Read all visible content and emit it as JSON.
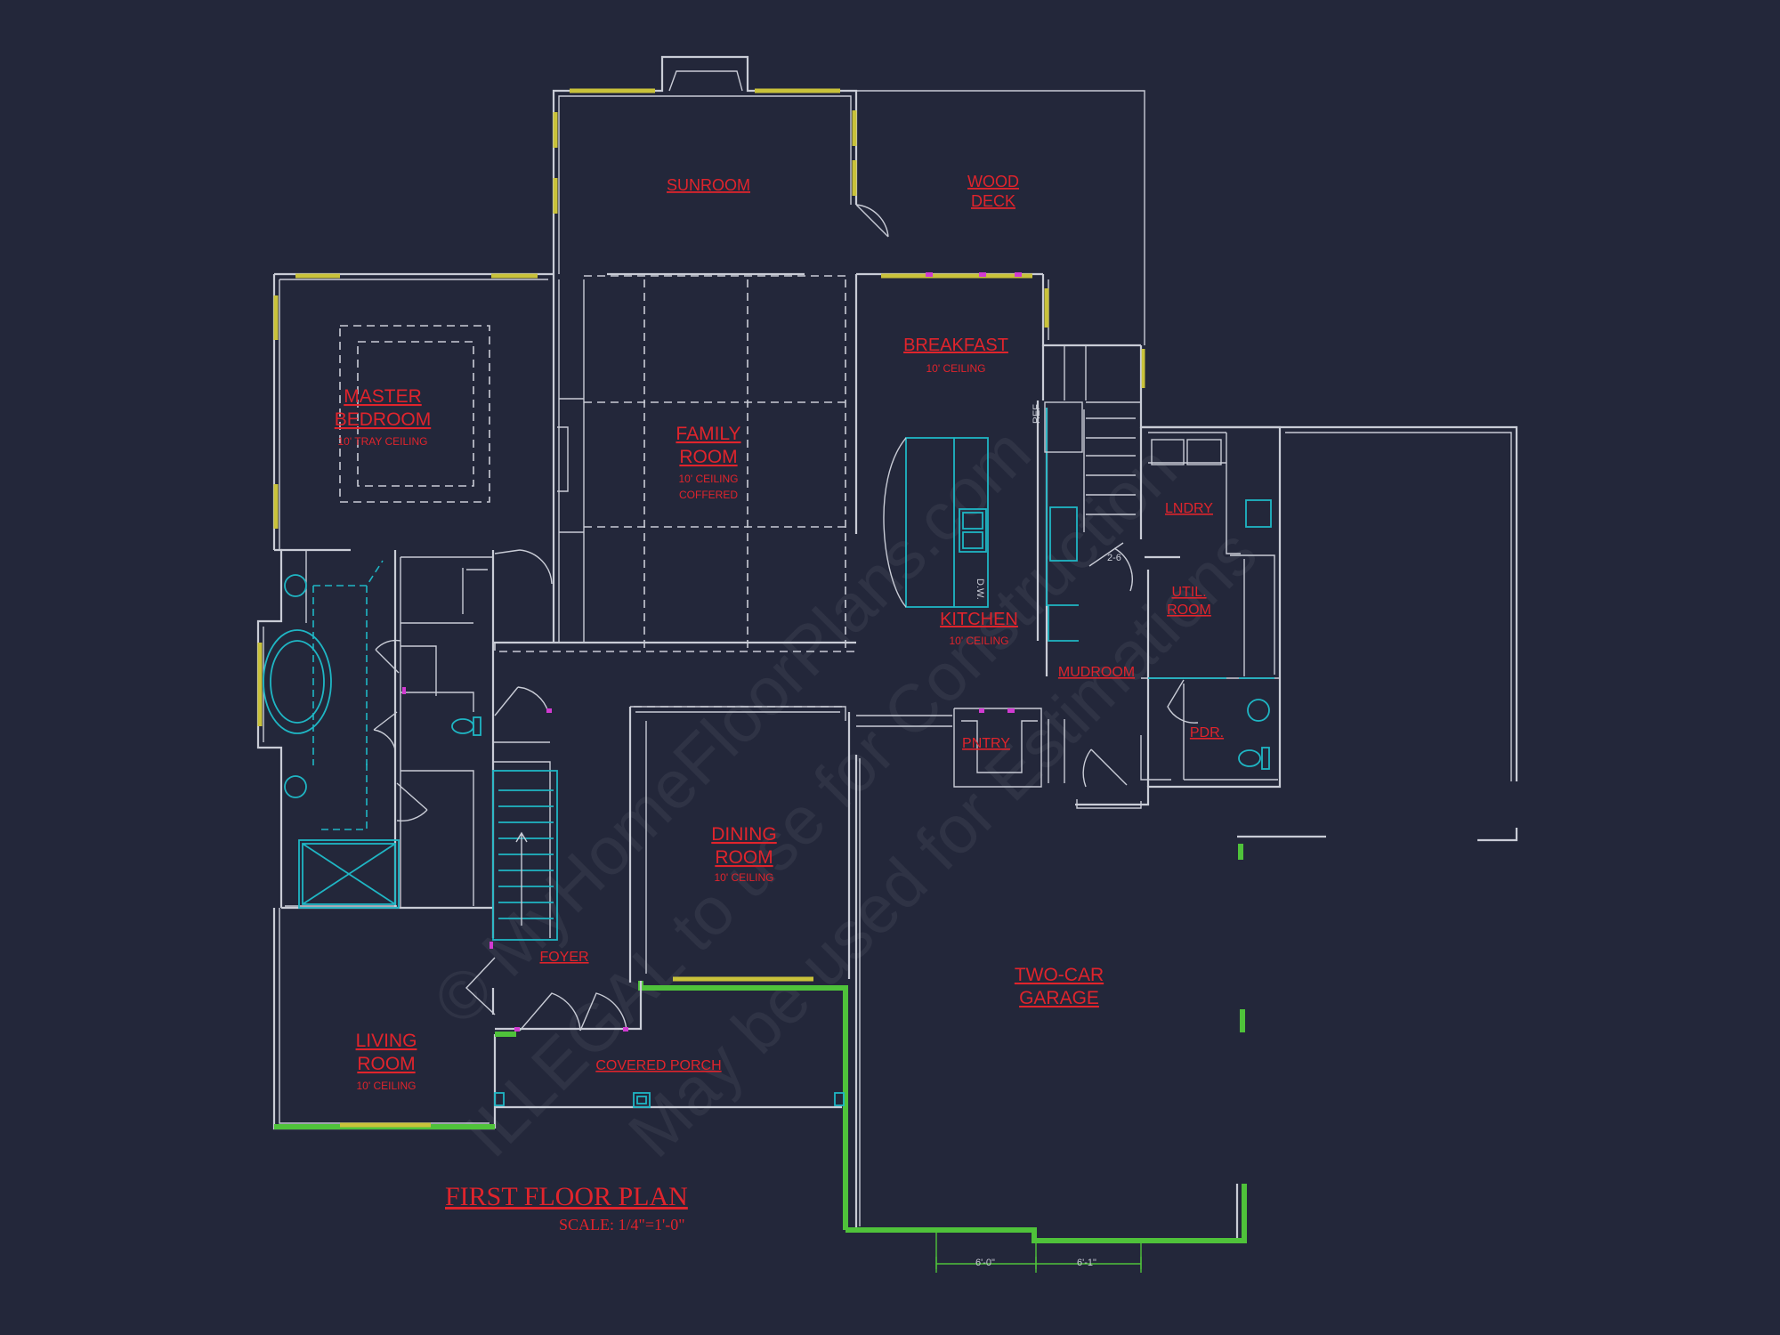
{
  "colors": {
    "background": "#23273a",
    "walls": "#c9ccd6",
    "labels": "#e0242c",
    "fixtures": "#1fb6c4",
    "windows": "#c9c23a",
    "exterior_hatch": "#4fc23a"
  },
  "watermark": {
    "line1": "© MyHomeFloorPlans.com",
    "line2": "ILLEGAL to use for Construction",
    "line3": "May be used for Estimations"
  },
  "title": {
    "text": "FIRST FLOOR PLAN",
    "scale": "SCALE: 1/4\"=1'-0\""
  },
  "rooms": {
    "sunroom": {
      "name": "SUNROOM"
    },
    "wood_deck": {
      "line1": "WOOD",
      "line2": "DECK"
    },
    "breakfast": {
      "name": "BREAKFAST",
      "note": "10' CEILING"
    },
    "master_bedroom": {
      "line1": "MASTER",
      "line2": "BEDROOM",
      "note": "10' TRAY CEILING"
    },
    "family_room": {
      "line1": "FAMILY",
      "line2": "ROOM",
      "note1": "10' CEILING",
      "note2": "COFFERED"
    },
    "kitchen": {
      "name": "KITCHEN",
      "note": "10' CEILING"
    },
    "laundry": {
      "name": "LNDRY"
    },
    "util_room": {
      "line1": "UTIL.",
      "line2": "ROOM"
    },
    "mudroom": {
      "name": "MUDROOM"
    },
    "pantry": {
      "name": "PNTRY"
    },
    "powder": {
      "name": "PDR."
    },
    "dining_room": {
      "line1": "DINING",
      "line2": "ROOM",
      "note": "10' CEILING"
    },
    "foyer": {
      "name": "FOYER"
    },
    "living_room": {
      "line1": "LIVING",
      "line2": "ROOM",
      "note": "10' CEILING"
    },
    "covered_porch": {
      "name": "COVERED PORCH"
    },
    "garage": {
      "line1": "TWO-CAR",
      "line2": "GARAGE"
    }
  },
  "fixture_labels": {
    "dishwasher": "D.W.",
    "stair_note": "2-6",
    "ref": "REF"
  },
  "dimensions": {
    "dim1": "6'-0\"",
    "dim2": "6'-1\""
  }
}
